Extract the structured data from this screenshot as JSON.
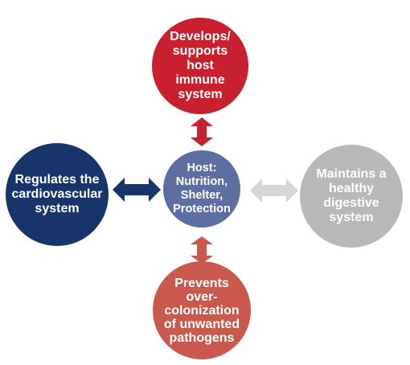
{
  "nodes": {
    "center": {
      "label": "Host:\nNutrition,\nShelter,\nProtection",
      "color": "#5d6fa2"
    },
    "top": {
      "label": "Develops/\nsupports\nhost\nimmune\nsystem",
      "color": "#c8202f"
    },
    "left": {
      "label": "Regulates the\ncardiovascular\nsystem",
      "color": "#17356b"
    },
    "right": {
      "label": "Maintains a\nhealthy\ndigestive\nsystem",
      "color": "#b8b8b8"
    },
    "bottom": {
      "label": "Prevents\nover-\ncolonization\nof unwanted\npathogens",
      "color": "#c9594d"
    }
  },
  "arrows": {
    "top": {
      "color": "#c8202f"
    },
    "left": {
      "color": "#17356b"
    },
    "right": {
      "color": "#d6d6d6"
    },
    "bottom": {
      "color": "#c9594d"
    }
  }
}
